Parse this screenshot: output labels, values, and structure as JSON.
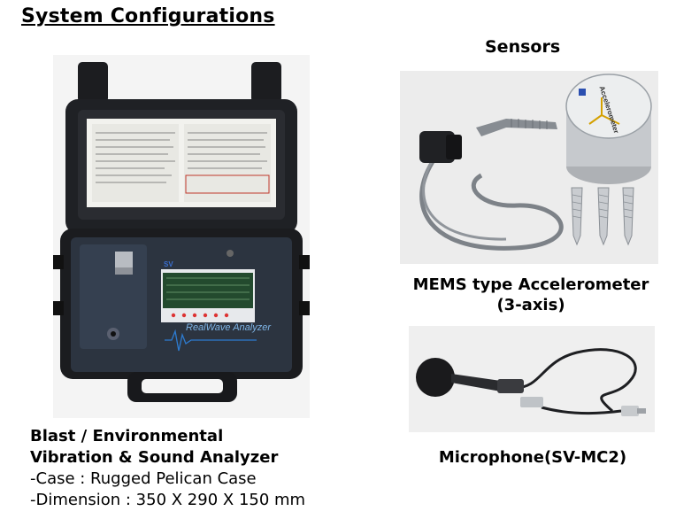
{
  "page": {
    "title": "System Configurations"
  },
  "sensors": {
    "heading": "Sensors",
    "accelerometer": {
      "line1": "MEMS type Accelerometer",
      "line2": "(3-axis)"
    },
    "microphone": {
      "caption": "Microphone(SV-MC2)"
    }
  },
  "analyzer": {
    "title_line1": "Blast / Environmental",
    "title_line2": "Vibration & Sound Analyzer",
    "spec_case": "-Case : Rugged Pelican Case",
    "spec_dimension": "-Dimension : 350 X 290 X 150 mm",
    "brand_logo_text": "RealWave Analyzer",
    "logo_short": "SV"
  },
  "device_label": {
    "accelerometer_text": "Accelerometer"
  },
  "colors": {
    "case": "#222428",
    "panel": "#2c3440",
    "screen": "#1e3b26",
    "cable": "#7d8288",
    "metal": "#c9ccd0"
  }
}
